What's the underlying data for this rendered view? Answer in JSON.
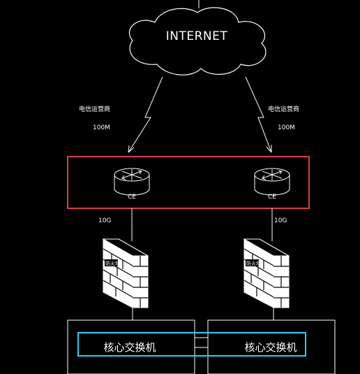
{
  "internet": {
    "label": "INTERNET"
  },
  "links": {
    "left_carrier": "电信运营商",
    "left_bandwidth": "100M",
    "right_carrier": "电信运营商",
    "right_bandwidth": "100M",
    "left_uplink": "10G",
    "right_uplink": "10G"
  },
  "routers": {
    "left_label": "CE",
    "right_label": "CE"
  },
  "firewalls": {
    "left_label": "防火墙",
    "right_label": "防火墙"
  },
  "switches": {
    "left_label": "核心交换机",
    "right_label": "核心交换机"
  },
  "colors": {
    "background": "#000000",
    "line": "#ffffff",
    "router_group_box": "#e0393e",
    "switch_group_box": "#22d3ee",
    "firewall_fill": "#ffffff"
  }
}
